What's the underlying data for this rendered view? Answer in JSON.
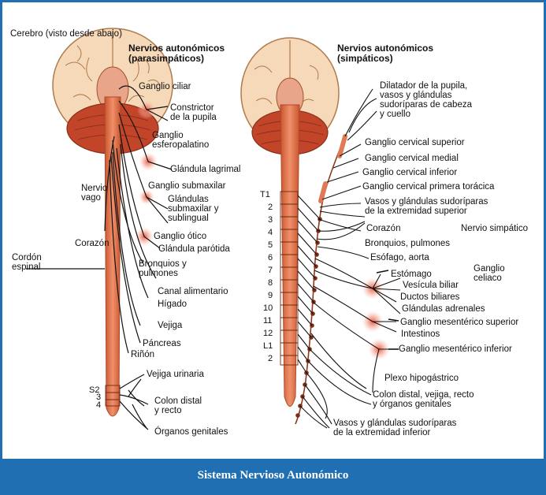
{
  "footer": "Sistema Nervioso Autonómico",
  "left": {
    "brain": "Cerebro (visto desde abajo)",
    "title": "Nervios autonómicos\n(parasimpáticos)",
    "ganglio_ciliar": "Ganglio ciliar",
    "constrictor": "Constrictor\nde la pupila",
    "ganglio_esfero": "Ganglio\nesferopalatino",
    "glandula_lagrimal": "Glándula lagrimal",
    "nervio_vago": "Nervio\nvago",
    "ganglio_submax": "Ganglio submaxilar",
    "glandulas_submax": "Glándulas\nsubmaxilar y\nsublingual",
    "ganglio_otico": "Ganglio ótico",
    "glandula_parotida": "Glándula parótida",
    "corazon": "Corazón",
    "cordon": "Cordón\nespinal",
    "bronquios": "Bronquios y\npulmones",
    "canal": "Canal alimentario",
    "higado": "Hígado",
    "vejiga": "Vejiga",
    "pancreas": "Páncreas",
    "rinon": "Riñón",
    "vejiga_urinaria": "Vejiga urinaria",
    "colon": "Colon distal\ny recto",
    "organos": "Órganos genitales",
    "segments": [
      "S2",
      "3",
      "4"
    ]
  },
  "right": {
    "title": "Nervios autonómicos\n(simpáticos)",
    "dilatador": "Dilatador de la pupila,\nvasos y glándulas\nsudoríparas de cabeza\ny cuello",
    "g_cerv_sup": "Ganglio cervical superior",
    "g_cerv_med": "Ganglio cervical medial",
    "g_cerv_inf": "Ganglio cervical inferior",
    "g_cerv_prim": "Ganglio cervical primera torácica",
    "vasos_sup": "Vasos y glándulas sudoríparas\nde la extremidad superior",
    "corazon": "Corazón",
    "nervio_simpatico": "Nervio simpático",
    "bronquios": "Bronquios, pulmones",
    "esofago": "Esófago, aorta",
    "ganglio_celiaco": "Ganglio\nceliaco",
    "estomago": "Estómago",
    "vesicula": "Vesícula biliar",
    "ductos": "Ductos biliares",
    "adrenales": "Glándulas adrenales",
    "g_mes_sup": "Ganglio mesentérico superior",
    "intestinos": "Intestinos",
    "g_mes_inf": "Ganglio mesentérico inferior",
    "plexo": "Plexo hipogástrico",
    "colon": "Colon distal, vejiga, recto\ny órganos genitales",
    "vasos_inf": "Vasos y glándulas sudoríparas\nde la extremidad inferior",
    "segments": [
      "T1",
      "2",
      "3",
      "4",
      "5",
      "6",
      "7",
      "8",
      "9",
      "10",
      "11",
      "12",
      "L1",
      "2"
    ]
  }
}
